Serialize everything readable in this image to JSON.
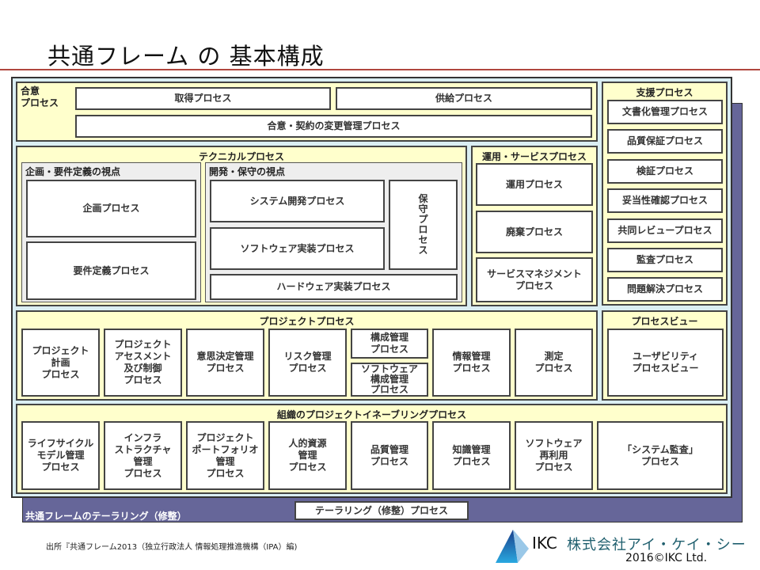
{
  "title": "共通フレーム の 基本構成",
  "agreement": {
    "label": "合意\nプロセス",
    "acquisition": "取得プロセス",
    "supply": "供給プロセス",
    "change": "合意・契約の変更管理プロセス"
  },
  "support": {
    "header": "支援プロセス",
    "items": [
      "文書化管理プロセス",
      "品質保証プロセス",
      "検証プロセス",
      "妥当性確認プロセス",
      "共同レビュープロセス",
      "監査プロセス",
      "問題解決プロセス"
    ]
  },
  "technical": {
    "header": "テクニカルプロセス",
    "planning_view": {
      "label": "企画・要件定義の視点",
      "items": [
        "企画プロセス",
        "要件定義プロセス"
      ]
    },
    "dev_view": {
      "label": "開発・保守の視点",
      "system": "システム開発プロセス",
      "software": "ソフトウェア実装プロセス",
      "hardware": "ハードウェア実装プロセス",
      "maintenance": "保\n守\nプ\nロ\nセ\nス"
    }
  },
  "operation": {
    "header": "運用・サービスプロセス",
    "items": [
      "運用プロセス",
      "廃棄プロセス",
      "サービスマネジメント\nプロセス"
    ]
  },
  "project": {
    "header": "プロジェクトプロセス",
    "items": [
      "プロジェクト\n計画\nプロセス",
      "プロジェクト\nアセスメント\n及び制御\nプロセス",
      "意思決定管理\nプロセス",
      "リスク管理\nプロセス",
      "構成管理\nプロセス",
      "ソフトウェア\n構成管理\nプロセス",
      "情報管理\nプロセス",
      "測定\nプロセス"
    ]
  },
  "process_view": {
    "header": "プロセスビュー",
    "item": "ユーザビリティ\nプロセスビュー"
  },
  "enabling": {
    "header": "組織のプロジェクトイネーブリングプロセス",
    "items": [
      "ライフサイクル\nモデル管理\nプロセス",
      "インフラ\nストラクチャ\n管理\nプロセス",
      "プロジェクト\nポートフォリオ\n管理\nプロセス",
      "人的資源\n管理\nプロセス",
      "品質管理\nプロセス",
      "知識管理\nプロセス",
      "ソフトウェア\n再利用\nプロセス",
      "「システム監査」\nプロセス"
    ]
  },
  "tailoring": {
    "label": "共通フレームのテーラリング（修整）",
    "button": "テーラリング（修整）プロセス"
  },
  "footer": {
    "source": "出所『共通フレーム2013（独立行政法人 情報処理推進機構（IPA）編)",
    "logo": "IKC",
    "company": "株式会社アイ・ケイ・シー",
    "copyright": "2016©IKC Ltd."
  }
}
